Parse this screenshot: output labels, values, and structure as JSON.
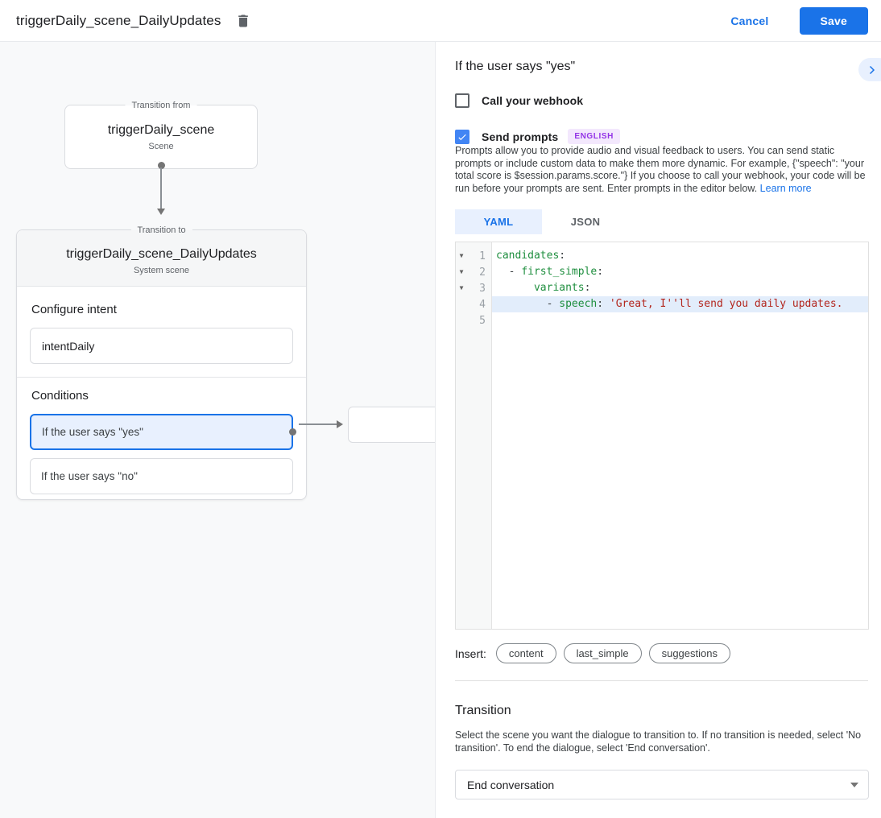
{
  "colors": {
    "accent_blue": "#1a73e8",
    "light_blue": "#e8f0fe",
    "checkbox_blue": "#4285f4",
    "yaml_key_green": "#1e8e3e",
    "yaml_string_red": "#b3261e",
    "badge_purple": "#9334e6",
    "badge_purple_bg": "#f3e8fd",
    "canvas_bg": "#f8f9fa"
  },
  "header": {
    "title": "triggerDaily_scene_DailyUpdates",
    "delete_icon": "trash-icon",
    "cancel_label": "Cancel",
    "save_label": "Save"
  },
  "diagram": {
    "from_node": {
      "legend": "Transition from",
      "title": "triggerDaily_scene",
      "subtitle": "Scene"
    },
    "to_node": {
      "legend": "Transition to",
      "title": "triggerDaily_scene_DailyUpdates",
      "subtitle": "System scene",
      "configure_intent_label": "Configure intent",
      "intent_value": "intentDaily",
      "conditions_label": "Conditions",
      "conditions": [
        {
          "label": "If the user says \"yes\"",
          "selected": true
        },
        {
          "label": "If the user says \"no\"",
          "selected": false
        }
      ]
    }
  },
  "panel": {
    "title": "If the user says \"yes\"",
    "expand_icon": "chevron-right-icon",
    "webhook": {
      "label": "Call your webhook",
      "checked": false
    },
    "send_prompts": {
      "label": "Send prompts",
      "badge": "ENGLISH",
      "checked": true
    },
    "description": "Prompts allow you to provide audio and visual feedback to users. You can send static prompts or include custom data to make them more dynamic. For example, {\"speech\": \"your total score is $session.params.score.\"} If you choose to call your webhook, your code will be run before your prompts are sent. Enter prompts in the editor below. ",
    "learn_more_label": "Learn more",
    "tabs": [
      {
        "label": "YAML",
        "active": true
      },
      {
        "label": "JSON",
        "active": false
      }
    ],
    "editor": {
      "lines": [
        {
          "num": "1",
          "fold": true,
          "hl": false,
          "tokens": [
            {
              "t": "key",
              "v": "candidates"
            },
            {
              "t": "p",
              "v": ":"
            }
          ]
        },
        {
          "num": "2",
          "fold": true,
          "hl": false,
          "tokens": [
            {
              "t": "p",
              "v": "  - "
            },
            {
              "t": "key",
              "v": "first_simple"
            },
            {
              "t": "p",
              "v": ":"
            }
          ]
        },
        {
          "num": "3",
          "fold": true,
          "hl": false,
          "tokens": [
            {
              "t": "p",
              "v": "      "
            },
            {
              "t": "key",
              "v": "variants"
            },
            {
              "t": "p",
              "v": ":"
            }
          ]
        },
        {
          "num": "4",
          "fold": false,
          "hl": true,
          "tokens": [
            {
              "t": "p",
              "v": "        - "
            },
            {
              "t": "key",
              "v": "speech"
            },
            {
              "t": "p",
              "v": ": "
            },
            {
              "t": "str",
              "v": "'Great, I''ll send you daily updates."
            }
          ]
        },
        {
          "num": "5",
          "fold": false,
          "hl": false,
          "tokens": []
        }
      ]
    },
    "insert": {
      "label": "Insert:",
      "chips": [
        "content",
        "last_simple",
        "suggestions"
      ]
    },
    "transition": {
      "title": "Transition",
      "description": "Select the scene you want the dialogue to transition to. If no transition is needed, select 'No transition'. To end the dialogue, select 'End conversation'.",
      "selected_value": "End conversation"
    }
  }
}
